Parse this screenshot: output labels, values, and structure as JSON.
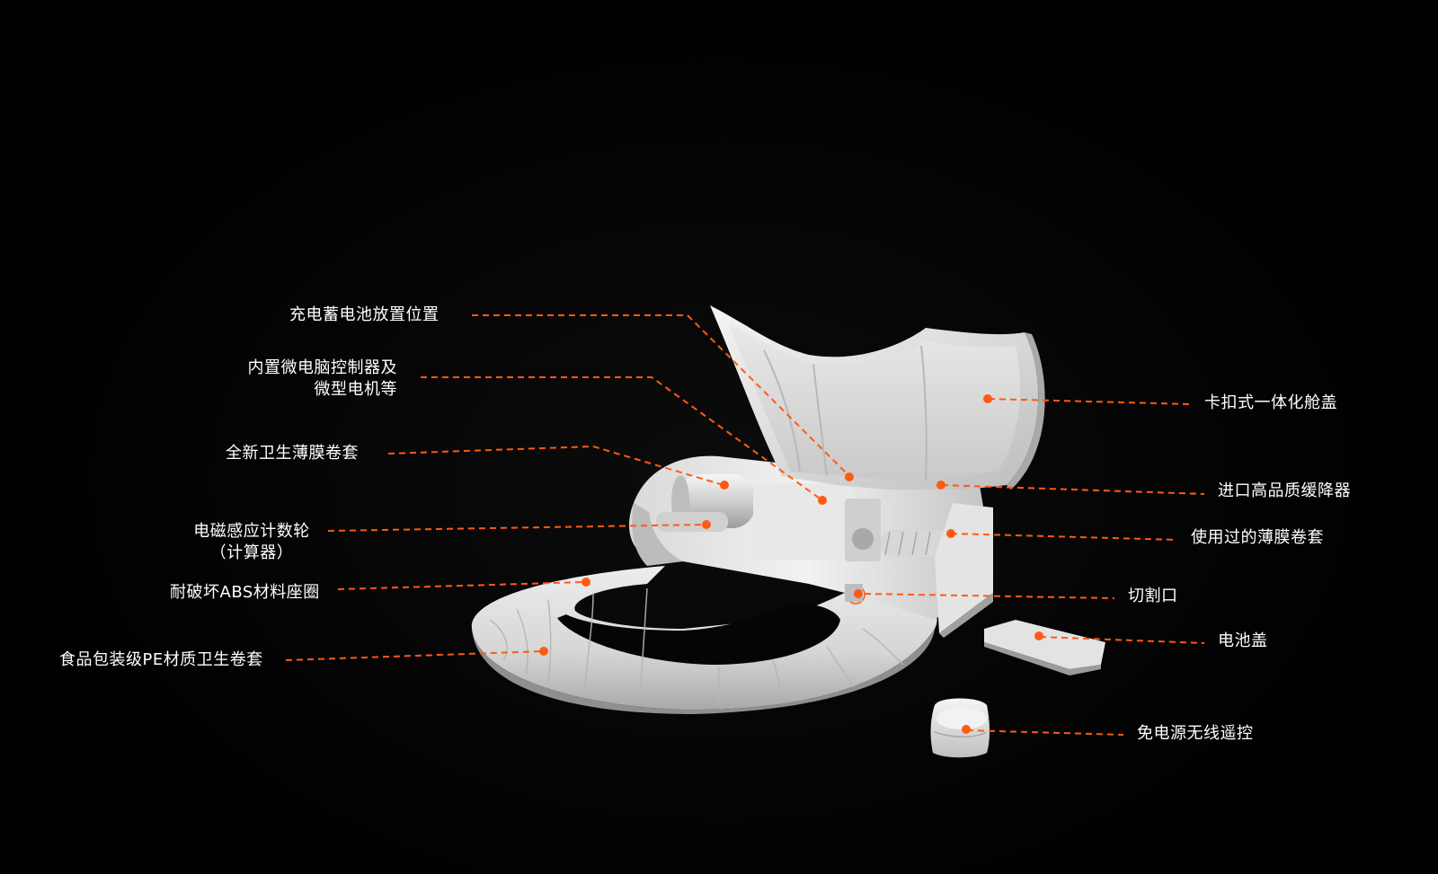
{
  "accent_color": "#ff5a14",
  "callouts": {
    "battery_position": "充电蓄电池放置位置",
    "microcomputer_line1": "内置微电脑控制器及",
    "microcomputer_line2": "微型电机等",
    "new_film_roll": "全新卫生薄膜卷套",
    "counter_line1": "电磁感应计数轮",
    "counter_line2": "（计算器）",
    "abs_seat": "耐破坏ABS材料座圈",
    "pe_cover": "食品包装级PE材质卫生卷套",
    "integrated_lid": "卡扣式一体化舱盖",
    "damper": "进口高品质缓降器",
    "used_film_roll": "使用过的薄膜卷套",
    "cutter": "切割口",
    "battery_cover": "电池盖",
    "remote": "免电源无线遥控"
  }
}
